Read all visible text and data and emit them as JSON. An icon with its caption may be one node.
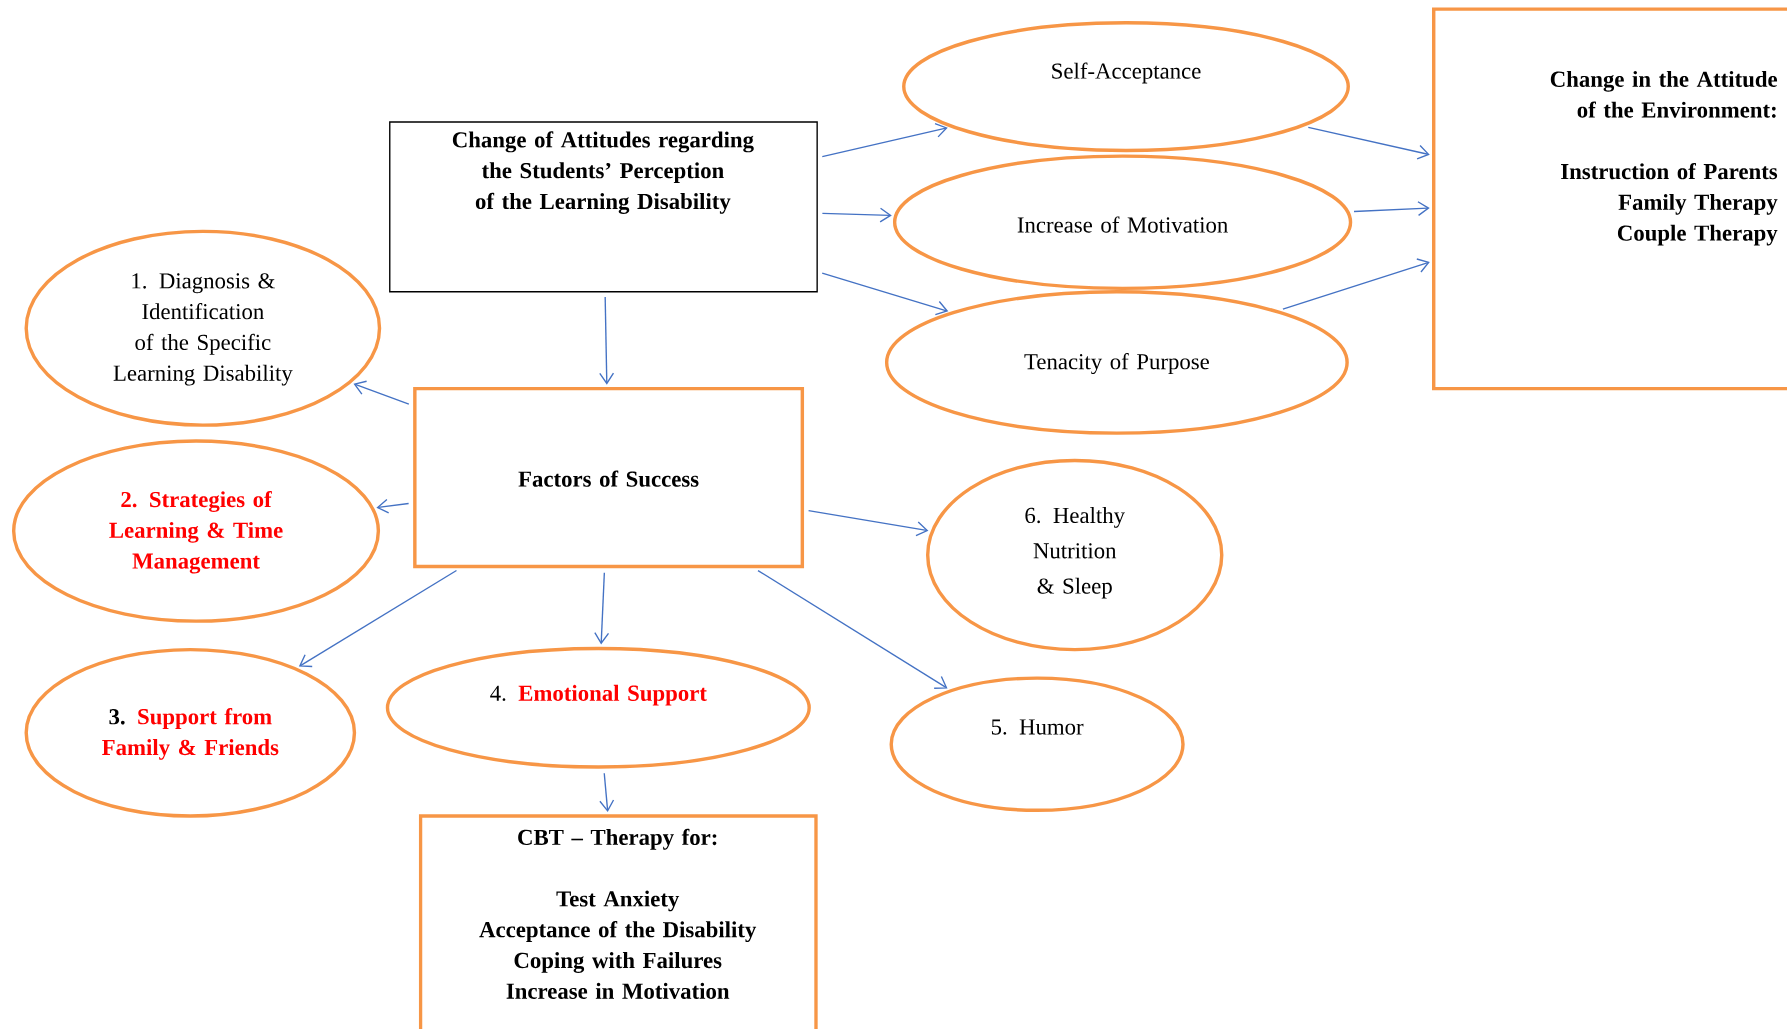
{
  "diagram": {
    "nodes": [
      {
        "text": [
          "Change of Attitudes regarding the Students’ Perception of the Learning Disability"
        ]
      },
      {
        "text": [
          "Self-Acceptance"
        ]
      },
      {
        "text": [
          "Increase of Motivation"
        ]
      },
      {
        "text": [
          "Tenacity of Purpose"
        ]
      },
      {
        "text": [
          "Change in the Attitude of the Environment:",
          "Instruction of Parents",
          "Family Therapy",
          "Couple Therapy"
        ]
      },
      {
        "text": [
          "1. Diagnosis & Identification of the Specific Learning Disability"
        ]
      },
      {
        "text": [
          "Factors of Success"
        ]
      },
      {
        "text": [
          "2. Strategies of Learning & Time Management"
        ]
      },
      {
        "text": [
          "6. Healthy Nutrition & Sleep"
        ]
      },
      {
        "text": [
          "3.",
          "Support from Family & Friends"
        ]
      },
      {
        "text": [
          "4.",
          "Emotional Support"
        ]
      },
      {
        "text": [
          "5. Humor"
        ]
      },
      {
        "text": [
          "CBT – Therapy for:",
          "Test Anxiety",
          "Acceptance of the Disability",
          "Coping with Failures",
          "Increase in Motivation"
        ]
      }
    ],
    "edges": [
      {
        "from": 0,
        "to": 1,
        "arrow": "to"
      },
      {
        "from": 0,
        "to": 2,
        "arrow": "to"
      },
      {
        "from": 0,
        "to": 3,
        "arrow": "to"
      },
      {
        "from": 0,
        "to": 6,
        "arrow": "to"
      },
      {
        "from": 1,
        "to": 4,
        "arrow": "to"
      },
      {
        "from": 2,
        "to": 4,
        "arrow": "to"
      },
      {
        "from": 3,
        "to": 4,
        "arrow": "to"
      },
      {
        "from": 6,
        "to": 5,
        "arrow": "to"
      },
      {
        "from": 6,
        "to": 7,
        "arrow": "to"
      },
      {
        "from": 6,
        "to": 9,
        "arrow": "to"
      },
      {
        "from": 6,
        "to": 10,
        "arrow": "to"
      },
      {
        "from": 6,
        "to": 8,
        "arrow": "to"
      },
      {
        "from": 6,
        "to": 11,
        "arrow": "to"
      },
      {
        "from": 10,
        "to": 12,
        "arrow": "to"
      }
    ]
  }
}
